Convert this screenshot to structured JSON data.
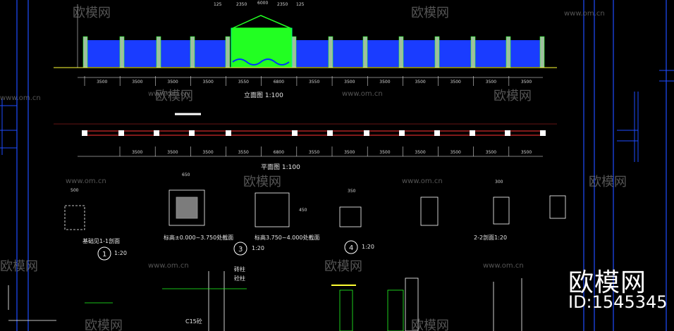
{
  "drawing": {
    "titles": {
      "elevation": "立面图 1:100",
      "plan": "平面图 1:100",
      "section_1": "基础见1-1剖面",
      "detail_2": "2-2剖面1:20",
      "pile_note_a": "标高±0.000~3.750处截面",
      "pile_note_b": "标高3.750~4.000处截面",
      "scale": "1:20"
    },
    "markers": {
      "m1": "1",
      "m3": "3",
      "m4": "4"
    },
    "labels": {
      "brick_pillar": "砖柱",
      "shock": "砼柱",
      "c15": "C15砼"
    },
    "elevation_dims": [
      "3500",
      "3500",
      "3500",
      "3500",
      "3550",
      "6800",
      "3550",
      "3500",
      "3500",
      "3500",
      "3500",
      "3500",
      "3500"
    ],
    "plan_dims": [
      "3500",
      "3500",
      "3500",
      "3550",
      "6800",
      "3550",
      "3500",
      "3500",
      "3500",
      "3500",
      "3500",
      "3500"
    ],
    "top_dims": [
      "125",
      "2350",
      "6000",
      "2350",
      "125"
    ],
    "detail_dims": {
      "w500": "500",
      "w350": "350",
      "w300": "300",
      "w650": "650",
      "w450": "450"
    }
  },
  "watermarks": {
    "site": "www.om.cn",
    "cn": "欧模网"
  },
  "brand": {
    "name": "欧模网",
    "id": "ID:1545345"
  }
}
